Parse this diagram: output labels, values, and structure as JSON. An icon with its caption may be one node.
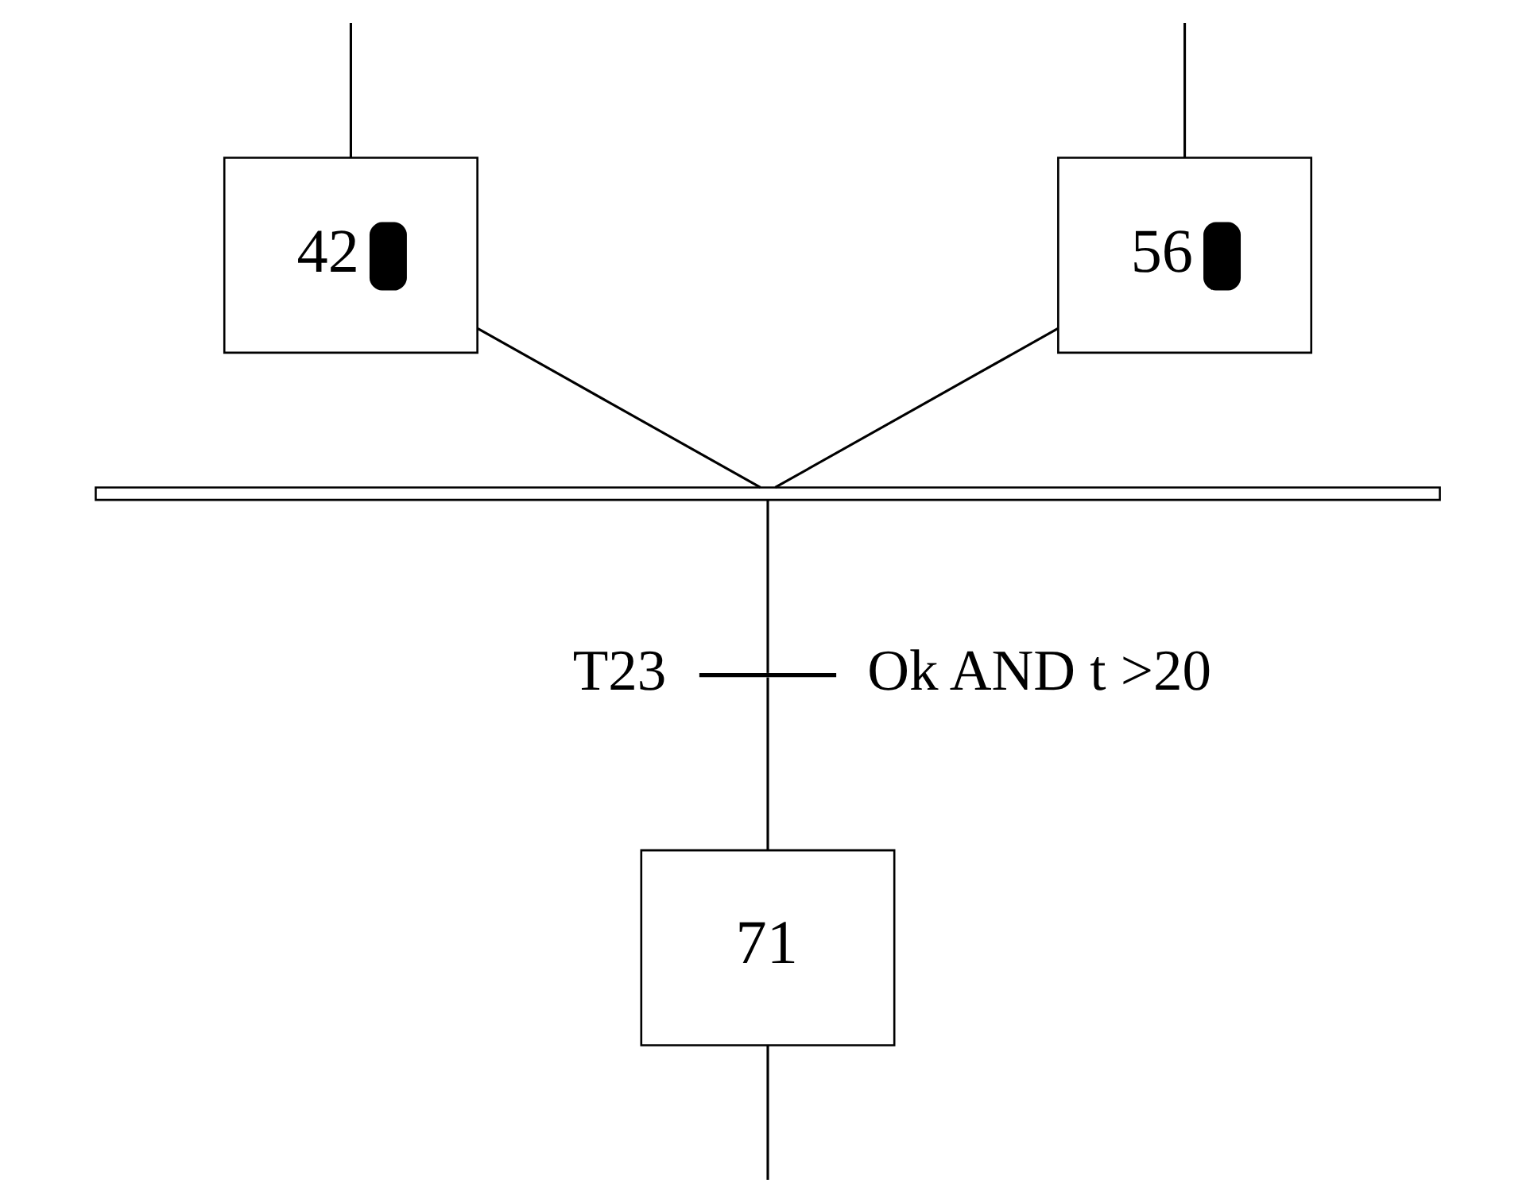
{
  "diagram": {
    "nodes": [
      {
        "text": [
          "42"
        ]
      },
      {
        "text": [
          "56"
        ]
      },
      {
        "text": [],
        "shape": "bar"
      },
      {
        "text": [],
        "shape": "bar",
        "beside": [
          "T23",
          "Ok AND t >20"
        ]
      },
      {
        "text": [
          "71"
        ]
      }
    ],
    "edges": [
      {
        "from": null,
        "to": 0,
        "arrow": "none"
      },
      {
        "from": null,
        "to": 1,
        "arrow": "none"
      },
      {
        "from": 0,
        "to": 2,
        "arrow": "none"
      },
      {
        "from": 1,
        "to": 2,
        "arrow": "none"
      },
      {
        "from": 2,
        "to": 3,
        "arrow": "none"
      },
      {
        "from": 3,
        "to": 4,
        "arrow": "none"
      },
      {
        "from": 4,
        "to": null,
        "arrow": "none"
      }
    ]
  }
}
